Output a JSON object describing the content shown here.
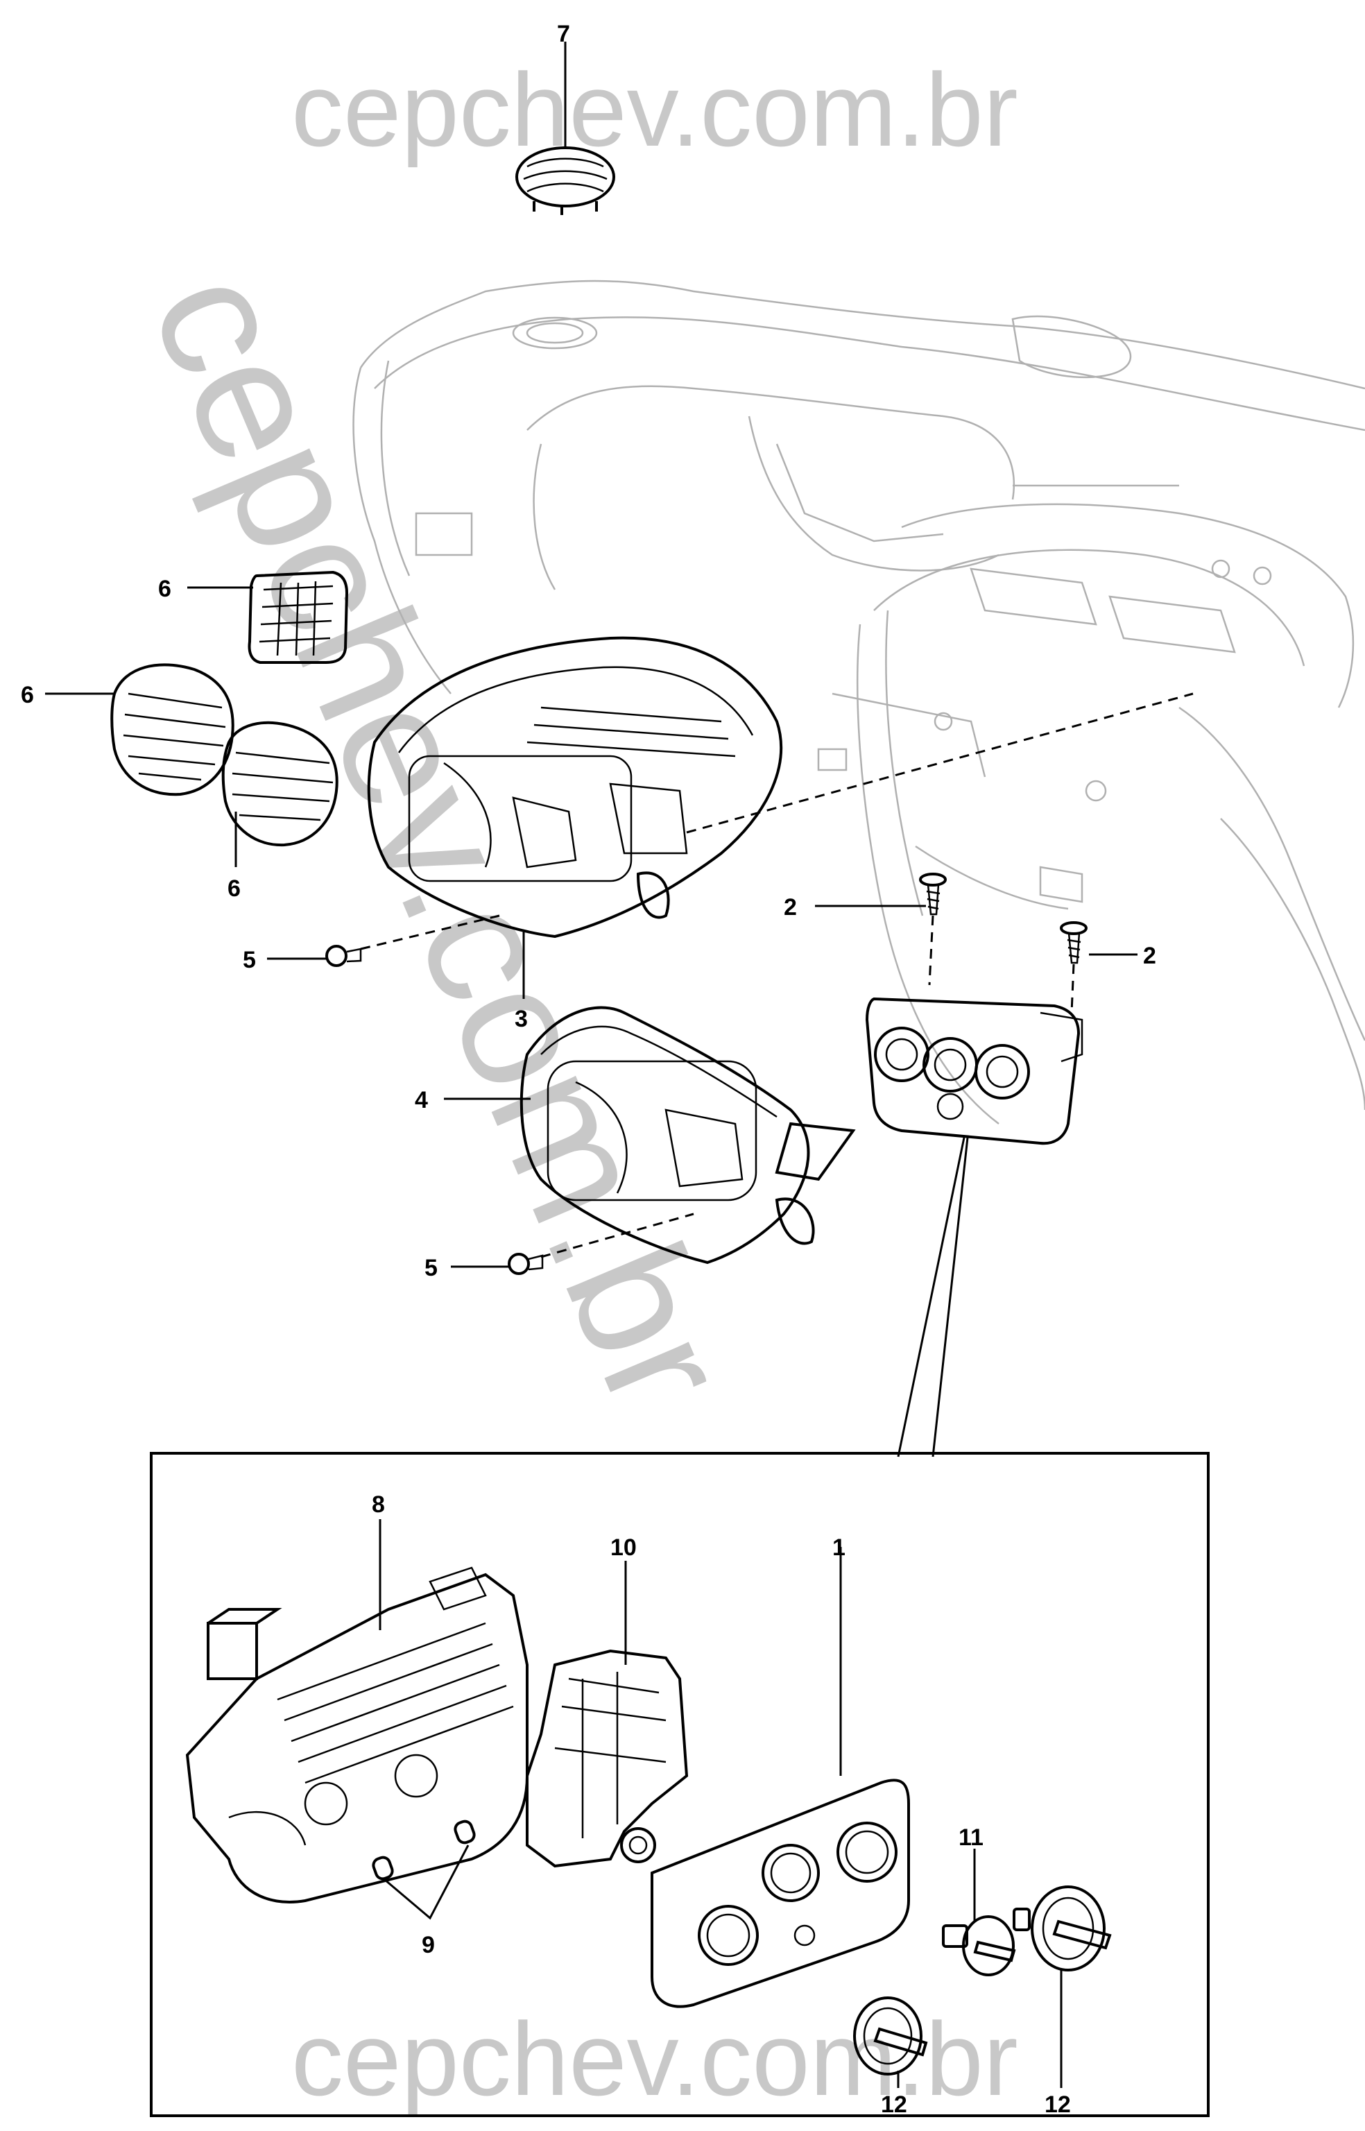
{
  "watermark": {
    "top": "cepchev.com.br",
    "bottom": "cepchev.com.br",
    "diagonal": "cepchev.com.br"
  },
  "callouts": {
    "c7": "7",
    "c6a": "6",
    "c6b": "6",
    "c6c": "6",
    "c5a": "5",
    "c5b": "5",
    "c3": "3",
    "c4": "4",
    "c2a": "2",
    "c2b": "2",
    "c8": "8",
    "c10": "10",
    "c1": "1",
    "c11": "11",
    "c9": "9",
    "c12a": "12",
    "c12b": "12"
  }
}
